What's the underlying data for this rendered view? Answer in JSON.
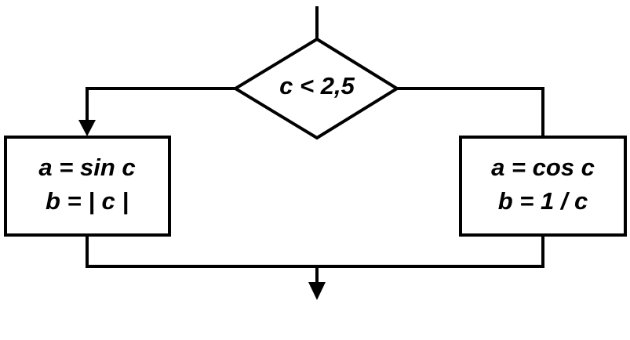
{
  "decision": {
    "condition": "c < 2,5"
  },
  "left_block": {
    "line1": "a = sin c",
    "line2": "b = | c |"
  },
  "right_block": {
    "line1": "a = cos c",
    "line2": "b = 1 / c"
  },
  "colors": {
    "stroke": "#000000",
    "fill": "#ffffff"
  }
}
